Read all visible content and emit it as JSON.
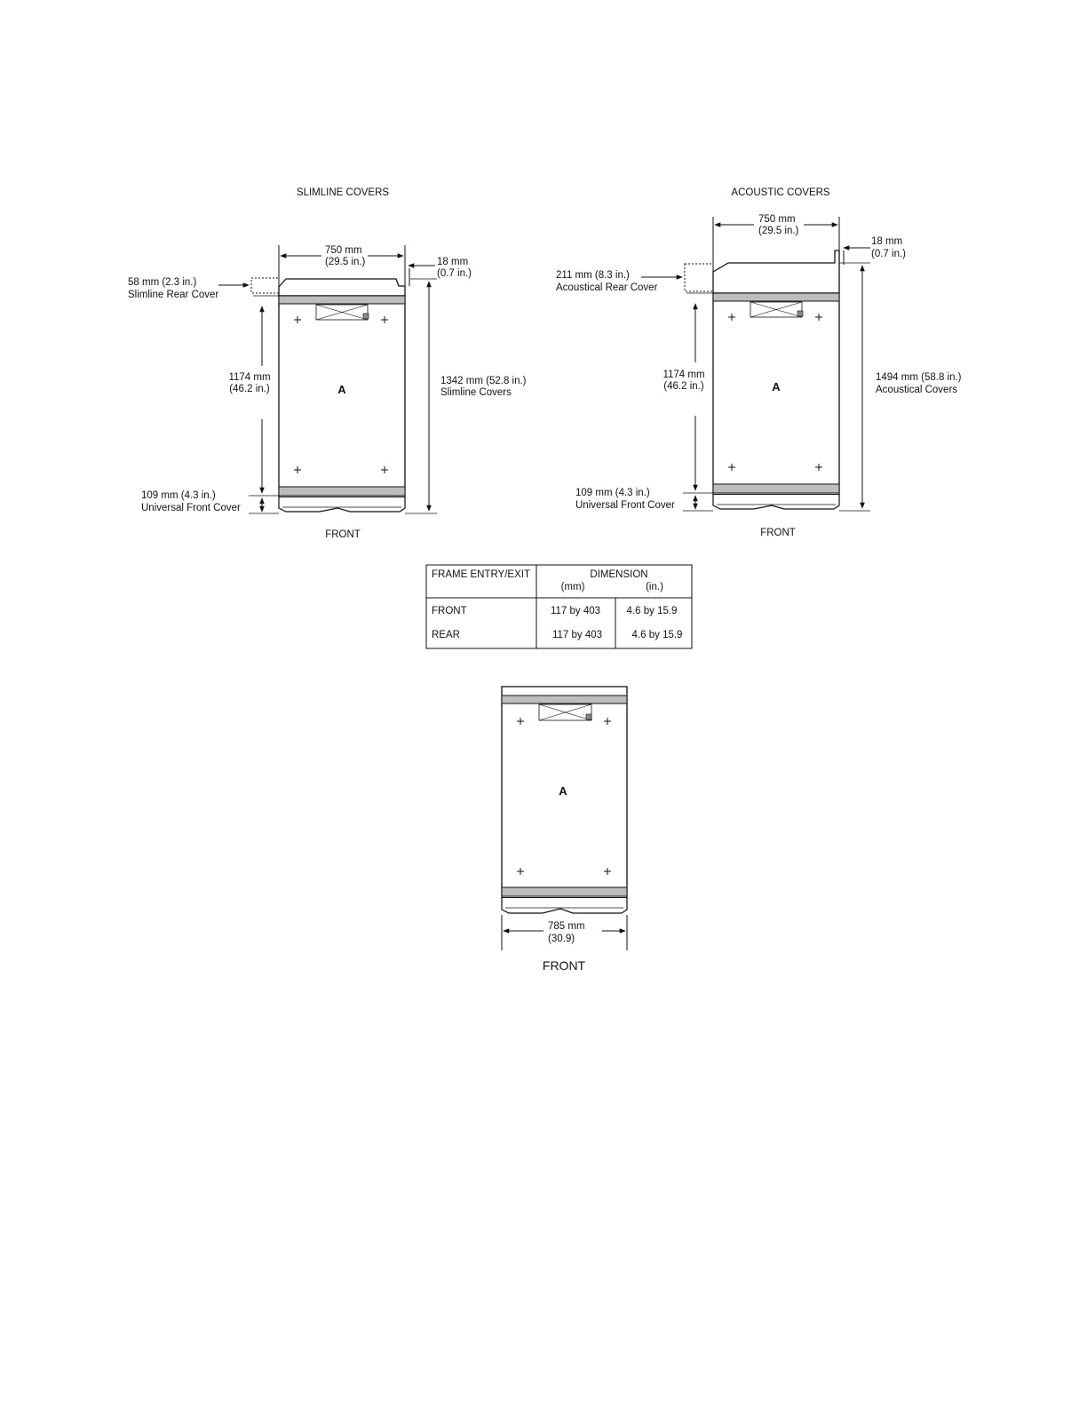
{
  "slimline": {
    "title": "SLIMLINE COVERS",
    "width_mm": "750 mm",
    "width_in": "(29.5 in.)",
    "offset_mm": "18 mm",
    "offset_in": "(0.7 in.)",
    "rear_cover_dim": "58 mm (2.3 in.)",
    "rear_cover_label": "Slimline Rear Cover",
    "depth_mm": "1174 mm",
    "depth_in": "(46.2 in.)",
    "total_dim": "1342 mm (52.8 in.)",
    "total_label": "Slimline Covers",
    "front_cover_dim": "109 mm (4.3 in.)",
    "front_cover_label": "Universal Front Cover",
    "frame_letter": "A",
    "front_label": "FRONT"
  },
  "acoustic": {
    "title": "ACOUSTIC COVERS",
    "width_mm": "750 mm",
    "width_in": "(29.5 in.)",
    "offset_mm": "18 mm",
    "offset_in": "(0.7 in.)",
    "rear_cover_dim": "211 mm (8.3 in.)",
    "rear_cover_label": "Acoustical Rear Cover",
    "depth_mm": "1174 mm",
    "depth_in": "(46.2 in.)",
    "total_dim": "1494 mm (58.8 in.)",
    "total_label": "Acoustical Covers",
    "front_cover_dim": "109 mm (4.3 in.)",
    "front_cover_label": "Universal Front Cover",
    "frame_letter": "A",
    "front_label": "FRONT"
  },
  "table": {
    "col1_header": "FRAME ENTRY/EXIT",
    "dim_header": "DIMENSION",
    "mm_header": "(mm)",
    "in_header": "(in.)",
    "rows": [
      {
        "label": "FRONT",
        "mm": "117 by 403",
        "in": "4.6 by 15.9"
      },
      {
        "label": "REAR",
        "mm": "117 by 403",
        "in": "4.6 by 15.9"
      }
    ]
  },
  "bottom_view": {
    "frame_letter": "A",
    "width_mm": "785 mm",
    "width_in": "(30.9)",
    "front_label": "FRONT"
  }
}
